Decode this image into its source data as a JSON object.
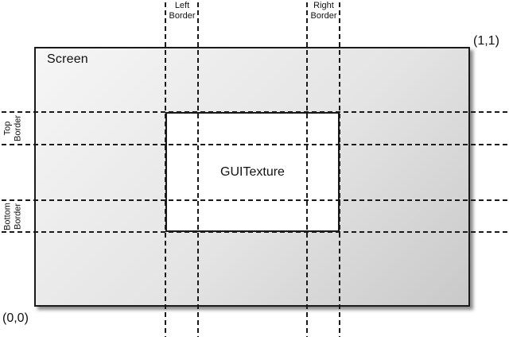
{
  "diagram": {
    "screen_label": "Screen",
    "texture_label": "GUITexture",
    "corner_top_right": "(1,1)",
    "corner_bottom_left": "(0,0)",
    "borders": {
      "left": {
        "line1": "Left",
        "line2": "Border"
      },
      "right": {
        "line1": "Right",
        "line2": "Border"
      },
      "top": {
        "line1": "Top",
        "line2": "Border"
      },
      "bottom": {
        "line1": "Bottom",
        "line2": "Border"
      }
    },
    "colors": {
      "line": "#1a1a1a",
      "screen_gradient_start": "#f6f6f6",
      "screen_gradient_end": "#c9c9c9",
      "texture_fill": "#ffffff",
      "page_background": "#ffffff"
    }
  }
}
